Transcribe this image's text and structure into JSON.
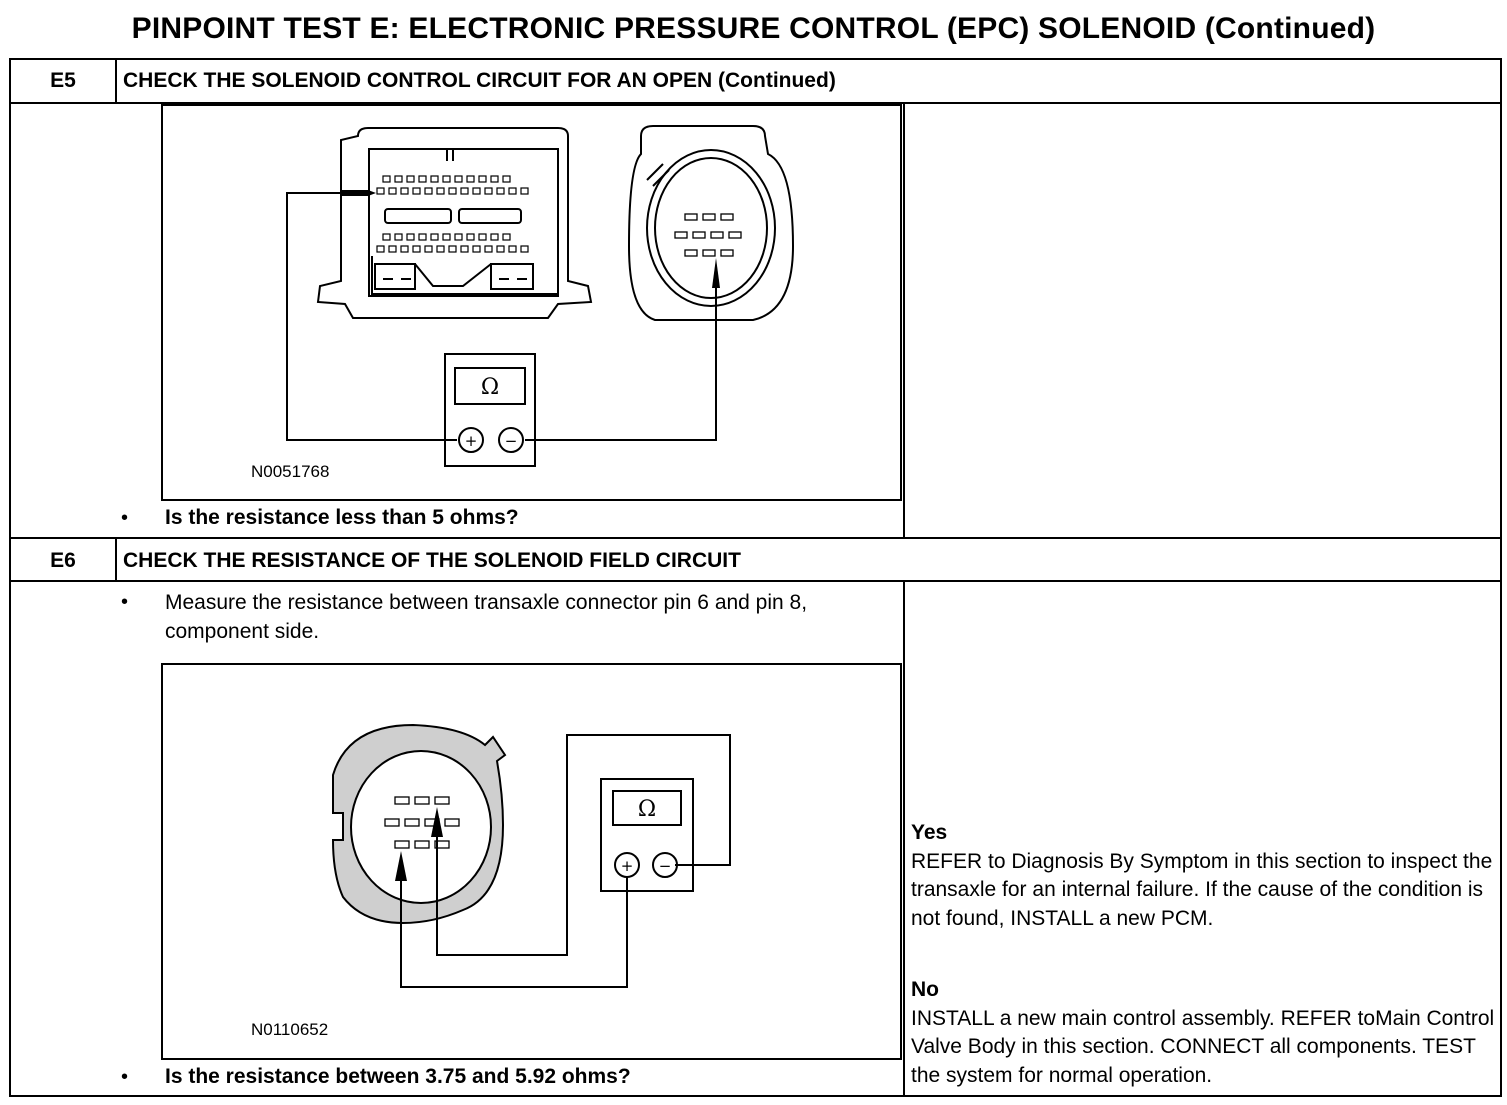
{
  "page": {
    "title": "PINPOINT TEST E: ELECTRONIC PRESSURE CONTROL (EPC) SOLENOID (Continued)"
  },
  "steps": [
    {
      "id": "E5",
      "title": "CHECK THE SOLENOID CONTROL CIRCUIT FOR AN OPEN (Continued)",
      "figure": {
        "id": "N0051768",
        "meter_symbol": "Ω",
        "plus": "+",
        "minus": "−"
      },
      "question": "Is the resistance less than 5 ohms?"
    },
    {
      "id": "E6",
      "title": "CHECK THE RESISTANCE OF THE SOLENOID FIELD CIRCUIT",
      "instruction": "Measure the resistance between transaxle connector pin 6 and pin 8, component side.",
      "figure": {
        "id": "N0110652",
        "meter_symbol": "Ω",
        "plus": "+",
        "minus": "−"
      },
      "question": "Is the resistance between 3.75 and 5.92 ohms?",
      "results": [
        {
          "label": "Yes",
          "text": "REFER to Diagnosis By Symptom in this section to inspect the transaxle for an internal failure. If the cause of the condition is not found, INSTALL a new PCM."
        },
        {
          "label": "No",
          "text": "INSTALL a new main control assembly. REFER toMain Control Valve Body in this section. CONNECT all components. TEST the system for normal operation."
        }
      ]
    }
  ],
  "bullet": "•"
}
